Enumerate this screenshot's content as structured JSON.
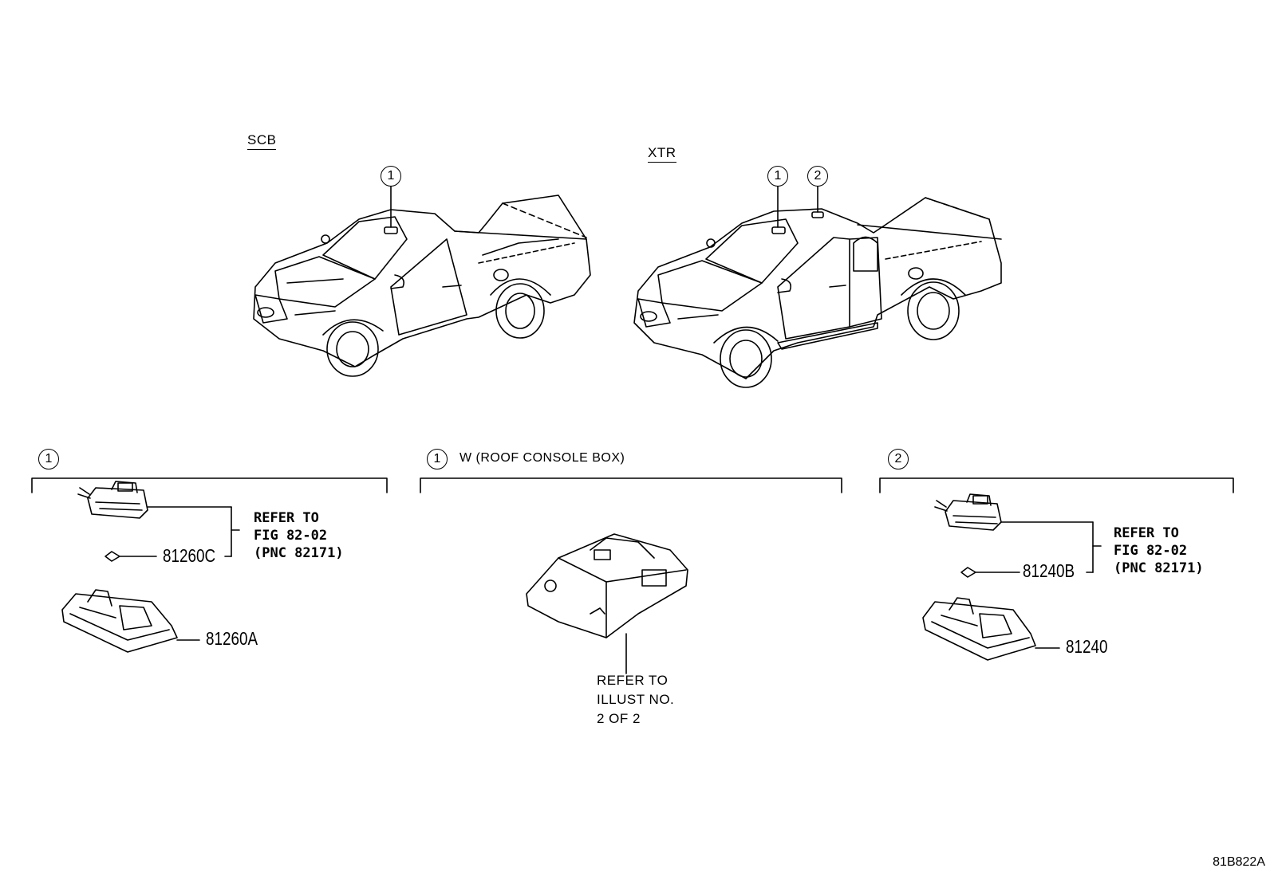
{
  "labels": {
    "scb": "SCB",
    "xtr": "XTR",
    "callout_1": "1",
    "callout_2": "2"
  },
  "sections": [
    {
      "callout": "1",
      "title": ""
    },
    {
      "callout": "1",
      "title": "W (ROOF CONSOLE BOX)"
    },
    {
      "callout": "2",
      "title": ""
    }
  ],
  "left_panel": {
    "refer": "REFER TO\nFIG 82-02\n(PNC 82171)",
    "part_bulb": "81260C",
    "part_lamp": "81260A"
  },
  "center_panel": {
    "refer": "REFER TO\nILLUST NO.\n2 OF 2"
  },
  "right_panel": {
    "refer": "REFER TO\nFIG 82-02\n(PNC 82171)",
    "part_bulb": "81240B",
    "part_lamp": "81240"
  },
  "diagram_code": "81B822A"
}
